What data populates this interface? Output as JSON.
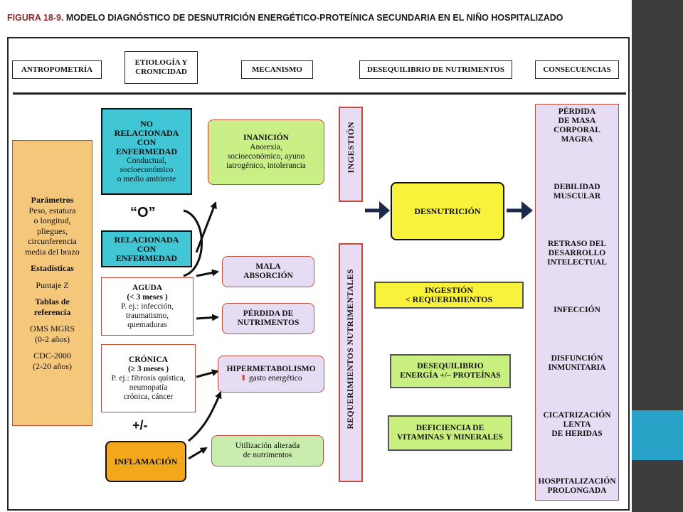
{
  "title": {
    "number": "FIGURA 18-9.",
    "text": " MODELO DIAGNÓSTICO DE DESNUTRICIÓN ENERGÉTICO-PROTEÍNICA SECUNDARIA EN EL NIÑO HOSPITALIZADO"
  },
  "headers": {
    "antropometria": "ANTROPOMETRÍA",
    "etiologia_1": "ETIOLOGÍA Y",
    "etiologia_2": "CRONICIDAD",
    "mecanismo": "MECANISMO",
    "desequilibrio": "DESEQUILIBRIO DE NUTRIMENTOS",
    "consecuencias": "CONSECUENCIAS"
  },
  "anthropometry": [
    {
      "text": "Parámetros",
      "bold": true
    },
    {
      "text": "Peso, estatura",
      "bold": false
    },
    {
      "text": "o longitud,",
      "bold": false
    },
    {
      "text": "pliegues,",
      "bold": false
    },
    {
      "text": "circunferencia",
      "bold": false
    },
    {
      "text": "media del brazo",
      "bold": false
    },
    {
      "text": "Estadísticas",
      "bold": true
    },
    {
      "text": "Puntaje Z",
      "bold": false
    },
    {
      "text": "Tablas de",
      "bold": true
    },
    {
      "text": "referencia",
      "bold": true
    },
    {
      "text": "OMS MGRS",
      "bold": false
    },
    {
      "text": "(0-2 años)",
      "bold": false
    },
    {
      "text": "CDC-2000",
      "bold": false
    },
    {
      "text": "(2-20 años)",
      "bold": false
    }
  ],
  "etiology": {
    "no_relacionada": {
      "title": [
        "NO",
        "RELACIONADA",
        "CON",
        "ENFERMEDAD"
      ],
      "detail": [
        "Conductual,",
        "socioeconómico",
        "o medio ambiente"
      ]
    },
    "o_label": "“O”",
    "relacionada": [
      "RELACIONADA",
      "CON",
      "ENFERMEDAD"
    ],
    "aguda": {
      "title": "AGUDA",
      "sub": "(< 3 meses )",
      "detail": [
        "P. ej.: infección,",
        "traumatismo,",
        "quemaduras"
      ]
    },
    "cronica": {
      "title": "CRÓNICA",
      "sub": "(≥ 3 meses )",
      "detail": [
        "P. ej.: fibrosis quística,",
        "neumopatía",
        "crónica, cáncer"
      ]
    },
    "plus_minus": "+/-",
    "inflamacion": "INFLAMACIÓN"
  },
  "mechanism": {
    "inanicion": {
      "title": "INANICIÓN",
      "detail": [
        "Anorexia,",
        "socioeconómico, ayuno",
        "iatrogénico, intolerancia"
      ]
    },
    "mala_absorcion": [
      "MALA",
      "ABSORCIÓN"
    ],
    "perdida": [
      "PÉRDIDA DE",
      "NUTRIMENTOS"
    ],
    "hipermetabolismo": {
      "title": "HIPERMETABOLISMO",
      "detail": "gasto energético"
    },
    "utilizacion": [
      "Utilización alterada",
      "de nutrimentos"
    ]
  },
  "imbalance": {
    "ingestion_vertical": "INGESTIÓN",
    "requerimientos_vertical": "REQUERIMIENTOS NUTRIMENTALES",
    "desnutricion": "DESNUTRICIÓN",
    "ingestion_menor": [
      "INGESTIÓN",
      "< REQUERIMIENTOS"
    ],
    "desequilibrio_ep": [
      "DESEQUILIBRIO",
      "ENERGÍA +/– PROTEÍNAS"
    ],
    "deficiencia": [
      "DEFICIENCIA DE",
      "VITAMINAS Y MINERALES"
    ]
  },
  "consequences": [
    [
      "PÉRDIDA",
      "DE MASA",
      "CORPORAL",
      "MAGRA"
    ],
    [
      "DEBILIDAD",
      "MUSCULAR"
    ],
    [
      "RETRASO DEL",
      "DESARROLLO",
      "INTELECTUAL"
    ],
    [
      "INFECCIÓN"
    ],
    [
      "DISFUNCIÓN",
      "INMUNITARIA"
    ],
    [
      "CICATRIZACIÓN",
      "LENTA",
      "DE HERIDAS"
    ],
    [
      "HOSPITALIZACIÓN",
      "PROLONGADA"
    ]
  ],
  "colors": {
    "pale_purple": "#e6dcf3",
    "cyan": "#41c6d6",
    "orange_panel": "#f5c77a",
    "yellow": "#f8f23a",
    "lime": "#c9ef86",
    "inflamacion": "#f3a81b",
    "red_border": "#c9483a",
    "navy_arrow": "#1c2a4a",
    "slide_dark": "#3d3d3d",
    "slide_accent": "#2aa3c8"
  }
}
